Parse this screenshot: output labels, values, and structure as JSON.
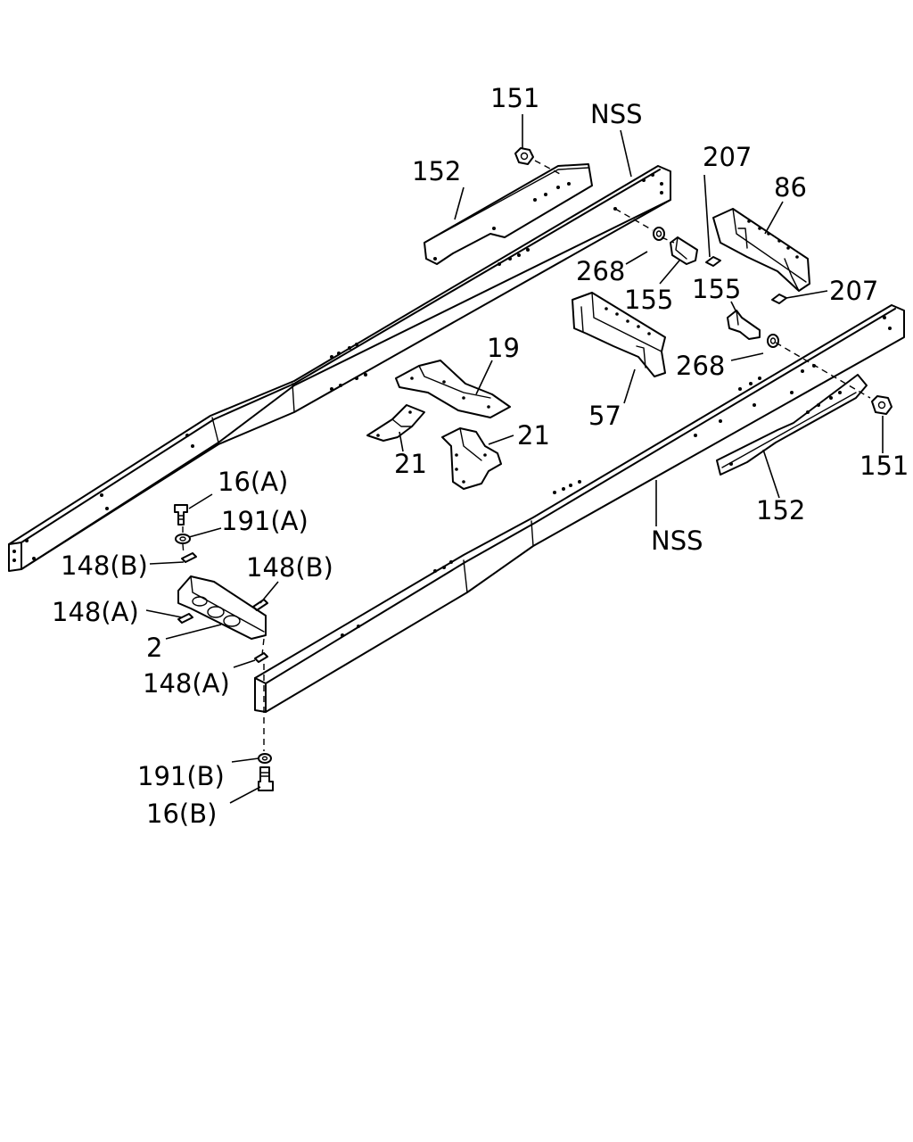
{
  "diagram": {
    "callouts": {
      "c151_top": "151",
      "c152_top": "152",
      "nss_top": "NSS",
      "c207_top": "207",
      "c86": "86",
      "c268_top": "268",
      "c155_top": "155",
      "c155_right": "155",
      "c207_right": "207",
      "c19": "19",
      "c268_right": "268",
      "c57": "57",
      "c21_right": "21",
      "c21_left": "21",
      "c151_right": "151",
      "c16a": "16(A)",
      "c191a": "191(A)",
      "c148b_left": "148(B)",
      "c148b_right": "148(B)",
      "c148a_top": "148(A)",
      "c2": "2",
      "c148a_bottom": "148(A)",
      "nss_bottom": "NSS",
      "c152_right": "152",
      "c191b": "191(B)",
      "c16b": "16(B)"
    }
  }
}
